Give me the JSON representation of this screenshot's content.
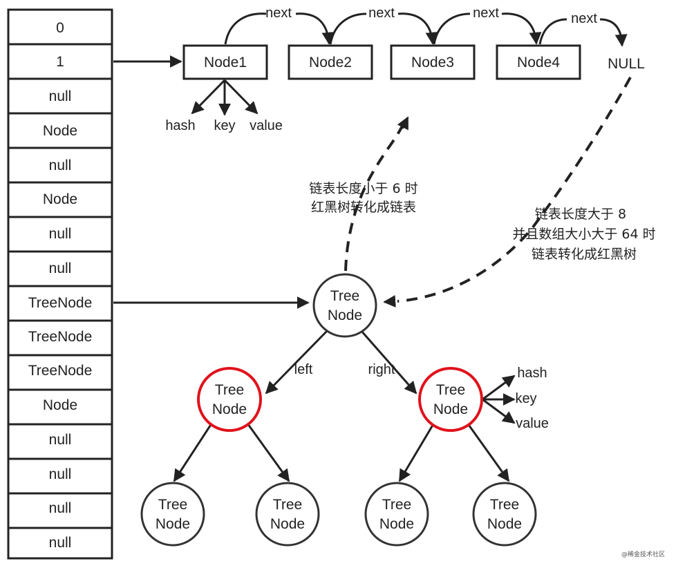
{
  "bucket_array": {
    "cells": [
      "0",
      "1",
      "null",
      "Node",
      "null",
      "Node",
      "null",
      "null",
      "TreeNode",
      "TreeNode",
      "TreeNode",
      "Node",
      "null",
      "null",
      "null",
      "null"
    ]
  },
  "linked_list": {
    "nodes": [
      "Node1",
      "Node2",
      "Node3",
      "Node4"
    ],
    "terminal": "NULL",
    "next_label": "next",
    "node_fields": [
      "hash",
      "key",
      "value"
    ]
  },
  "tree": {
    "node_label_line1": "Tree",
    "node_label_line2": "Node",
    "left_label": "left",
    "right_label": "right",
    "node_fields": [
      "hash",
      "key",
      "value"
    ],
    "colors": {
      "black_node": "#333333",
      "red_node": "#e0121b"
    }
  },
  "annotations": {
    "to_list": [
      "链表长度小于 6 时",
      "红黑树转化成链表"
    ],
    "to_tree": [
      "链表长度大于 8",
      "并且数组大小大于 64 时",
      "链表转化成红黑树"
    ]
  },
  "watermark": "@稀金技术社区"
}
